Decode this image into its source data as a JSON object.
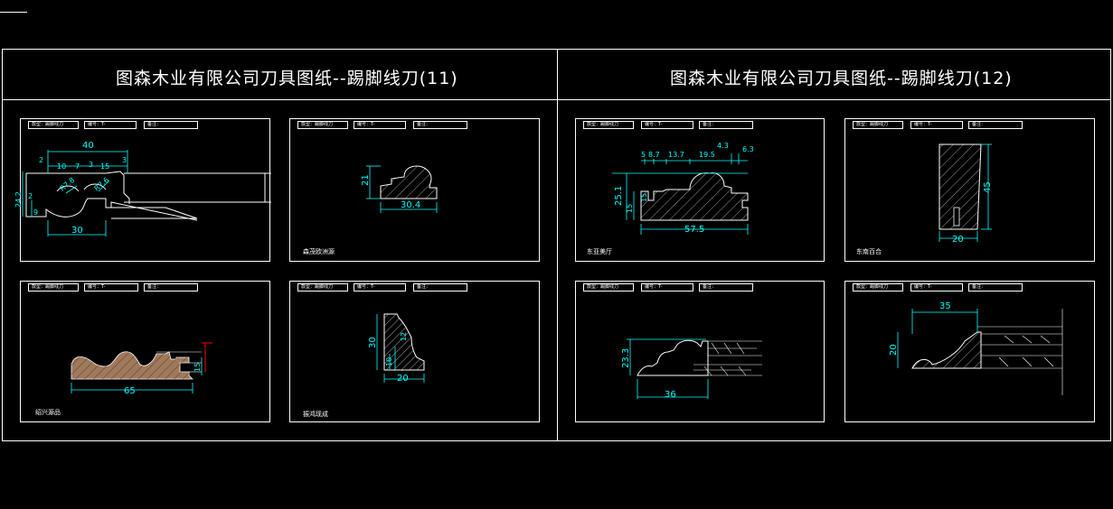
{
  "titles": {
    "left": "图森木业有限公司刀具图纸--踢脚线刀(11)",
    "right": "图森木业有限公司刀具图纸--踢脚线刀(12)"
  },
  "panel_header": {
    "type": "款型：踢脚线刀",
    "code_prefix": "编号：T-",
    "note": "备注："
  },
  "panels": [
    {
      "id": "p1",
      "label": "",
      "dims": [
        "40",
        "2",
        "10",
        "7",
        "3",
        "15",
        "3",
        "R7.8",
        "R7.6",
        "24.2",
        "2",
        "9",
        "30"
      ]
    },
    {
      "id": "p2",
      "label": "森茂欧洲源",
      "dims": [
        "21",
        "30.4"
      ]
    },
    {
      "id": "p3",
      "label": "绍兴源品",
      "dims": [
        "65",
        "15"
      ]
    },
    {
      "id": "p4",
      "label": "振鸿现成",
      "dims": [
        "30",
        "20",
        "12",
        "10"
      ]
    },
    {
      "id": "p5",
      "label": "东亚美厅",
      "dims": [
        "5",
        "8.7",
        "13.7",
        "19.5",
        "4.3",
        "6.3",
        "25.1",
        "15",
        "15",
        "57.5"
      ]
    },
    {
      "id": "p6",
      "label": "东南百合",
      "dims": [
        "45",
        "20"
      ]
    },
    {
      "id": "p7",
      "label": "",
      "dims": [
        "23.3",
        "36"
      ]
    },
    {
      "id": "p8",
      "label": "",
      "dims": [
        "35",
        "20"
      ]
    }
  ],
  "colors": {
    "line": "#ffffff",
    "dimension": "#00ffff",
    "red": "#ff0000",
    "fill": "#a0785a",
    "hatch": "#9a9a9a"
  }
}
